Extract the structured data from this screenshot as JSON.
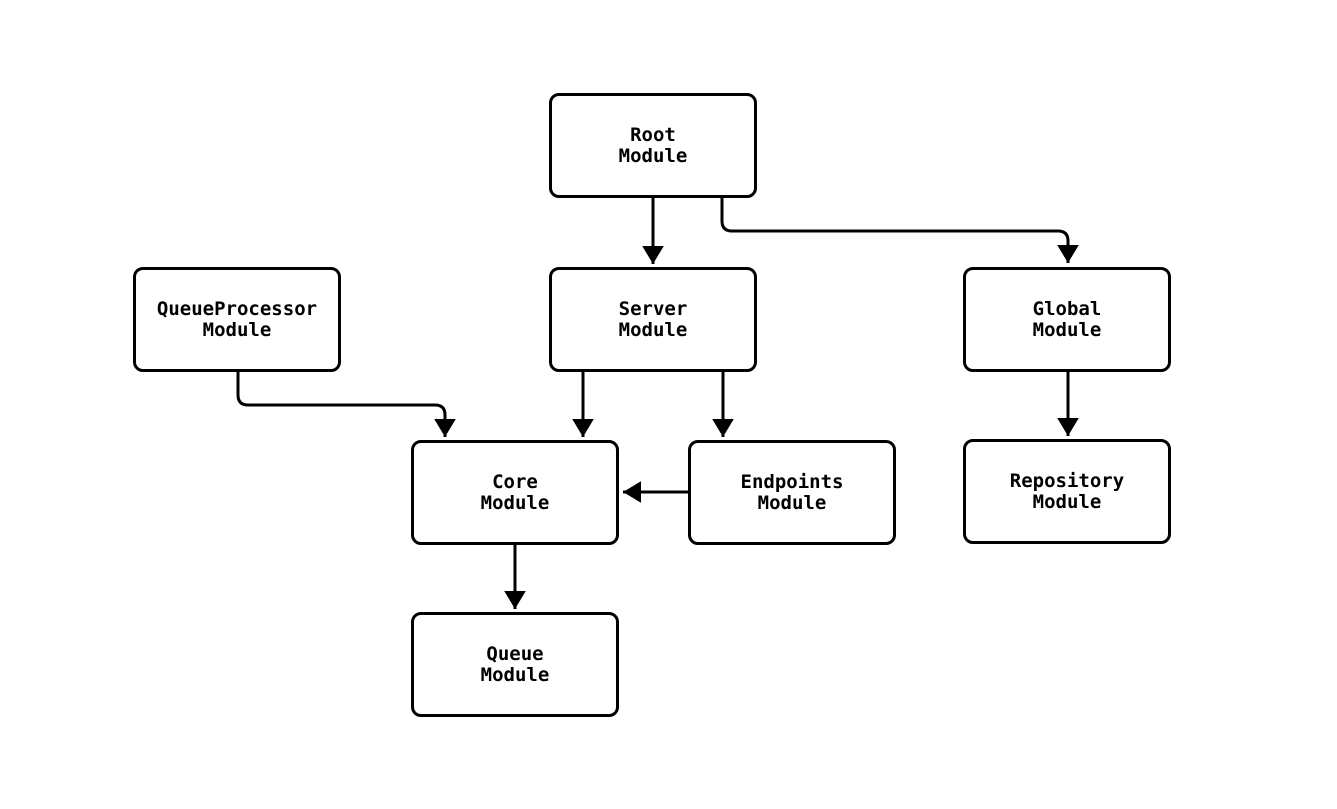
{
  "diagram": {
    "type": "dependency-graph",
    "nodes": [
      {
        "id": "root",
        "line1": "Root",
        "line2": "Module"
      },
      {
        "id": "queueprocessor",
        "line1": "QueueProcessor",
        "line2": "Module"
      },
      {
        "id": "server",
        "line1": "Server",
        "line2": "Module"
      },
      {
        "id": "global",
        "line1": "Global",
        "line2": "Module"
      },
      {
        "id": "core",
        "line1": "Core",
        "line2": "Module"
      },
      {
        "id": "endpoints",
        "line1": "Endpoints",
        "line2": "Module"
      },
      {
        "id": "repository",
        "line1": "Repository",
        "line2": "Module"
      },
      {
        "id": "queue",
        "line1": "Queue",
        "line2": "Module"
      }
    ],
    "edges": [
      {
        "from": "root",
        "to": "server"
      },
      {
        "from": "root",
        "to": "global"
      },
      {
        "from": "queueprocessor",
        "to": "core"
      },
      {
        "from": "server",
        "to": "core"
      },
      {
        "from": "server",
        "to": "endpoints"
      },
      {
        "from": "endpoints",
        "to": "core"
      },
      {
        "from": "global",
        "to": "repository"
      },
      {
        "from": "core",
        "to": "queue"
      }
    ],
    "colors": {
      "stroke": "#000000",
      "node_fill": "#ffffff",
      "background": "#ffffff"
    }
  }
}
